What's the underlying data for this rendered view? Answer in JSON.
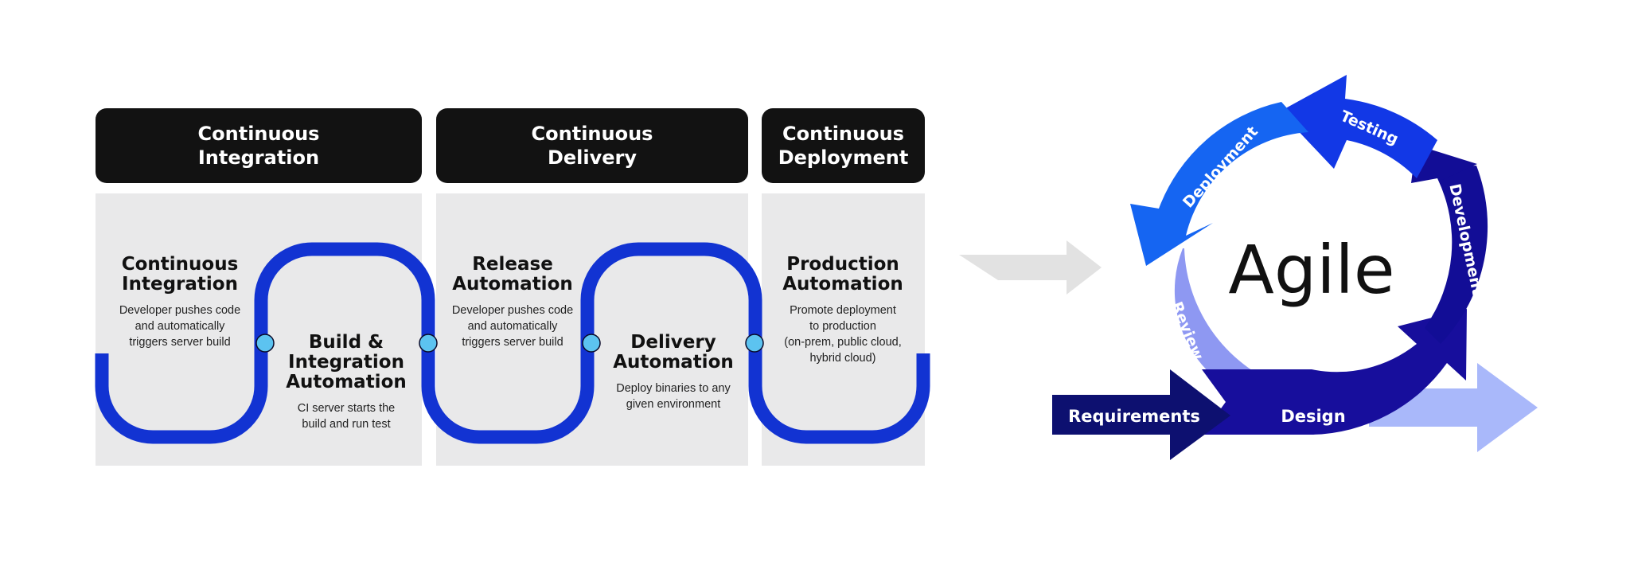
{
  "pipeline": {
    "headers": [
      {
        "label": "Continuous\nIntegration"
      },
      {
        "label": "Continuous\nDelivery"
      },
      {
        "label": "Continuous\nDeployment"
      }
    ],
    "stages": [
      {
        "title": "Continuous\nIntegration",
        "desc": "Developer pushes code\nand automatically\ntriggers server build"
      },
      {
        "title": "Build &\nIntegration\nAutomation",
        "desc": "CI server starts the\nbuild and run test"
      },
      {
        "title": "Release\nAutomation",
        "desc": "Developer pushes code\nand automatically\ntriggers server build"
      },
      {
        "title": "Delivery\nAutomation",
        "desc": "Deploy binaries to any\ngiven environment"
      },
      {
        "title": "Production\nAutomation",
        "desc": "Promote deployment\nto production\n(on-prem, public cloud,\nhybrid cloud)"
      }
    ]
  },
  "agile": {
    "center": "Agile",
    "phases": [
      "Requirements",
      "Design",
      "Development",
      "Testing",
      "Deployment",
      "Review"
    ]
  },
  "colors": {
    "header_bg": "#121212",
    "panel_bg": "#e9e9ea",
    "track": "#1233d2",
    "node": "#5cc3f0",
    "arrow_grey": "#e2e2e2",
    "requirements": "#0d1070",
    "design": "#170e9c",
    "development": "#120d96",
    "testing": "#1238e6",
    "deployment": "#1565f2",
    "review": "#8e98f2",
    "tail": "#a9b8fa"
  }
}
